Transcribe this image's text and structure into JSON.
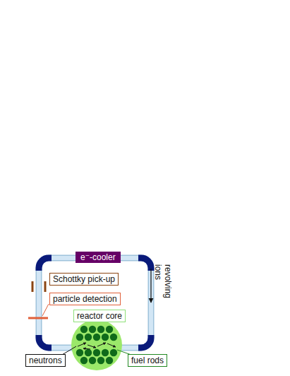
{
  "diagram": {
    "nodes": [
      {
        "text": [
          "e⁻-cooler"
        ]
      },
      {
        "text": [
          "Schottky pick-up"
        ]
      },
      {
        "text": [
          "particle detection"
        ]
      },
      {
        "text": [
          "reactor core"
        ]
      },
      {
        "text": [
          "neutrons"
        ]
      },
      {
        "text": [
          "fuel rods"
        ]
      }
    ],
    "labels": [
      "revolving ions"
    ]
  }
}
